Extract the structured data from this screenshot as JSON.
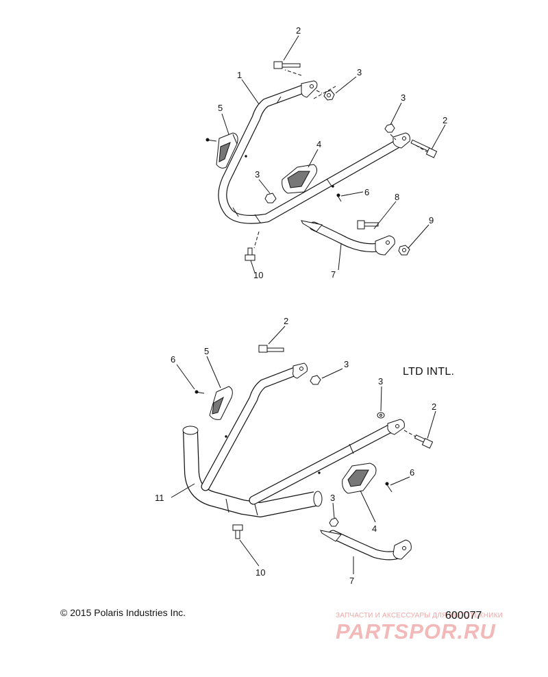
{
  "diagram": {
    "top_view": {
      "callouts": [
        "1",
        "2",
        "3",
        "3",
        "5",
        "4",
        "3",
        "2",
        "6",
        "8",
        "9",
        "7",
        "10"
      ]
    },
    "bottom_view": {
      "variant_label": "LTD INTL.",
      "callouts": [
        "2",
        "6",
        "5",
        "3",
        "3",
        "2",
        "11",
        "6",
        "4",
        "3",
        "7",
        "10"
      ]
    }
  },
  "footer": {
    "copyright": "© 2015 Polaris Industries Inc.",
    "reference_number": "600077"
  },
  "watermark": {
    "line": "ЗАПЧАСТИ И АКСЕССУАРЫ ДЛЯ МОТОТЕХНИКИ",
    "logo": "PARTSPOR.RU"
  }
}
